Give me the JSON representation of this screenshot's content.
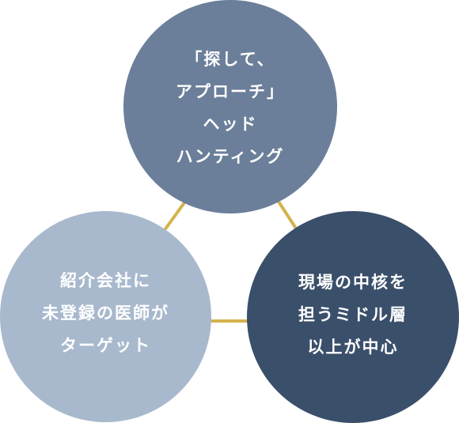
{
  "colors": {
    "connector": "#d4b24c",
    "top_circle": "#6b7f9a",
    "left_circle": "#a8b9cd",
    "right_circle": "#3a4f6a",
    "text": "#ffffff"
  },
  "circles": {
    "top": {
      "lines": [
        "「探して、",
        "アプローチ」",
        "ヘッド",
        "ハンティング"
      ]
    },
    "left": {
      "lines": [
        "紹介会社に",
        "未登録の医師が",
        "ターゲット"
      ]
    },
    "right": {
      "lines": [
        "現場の中核を",
        "担うミドル層",
        "以上が中心"
      ]
    }
  }
}
